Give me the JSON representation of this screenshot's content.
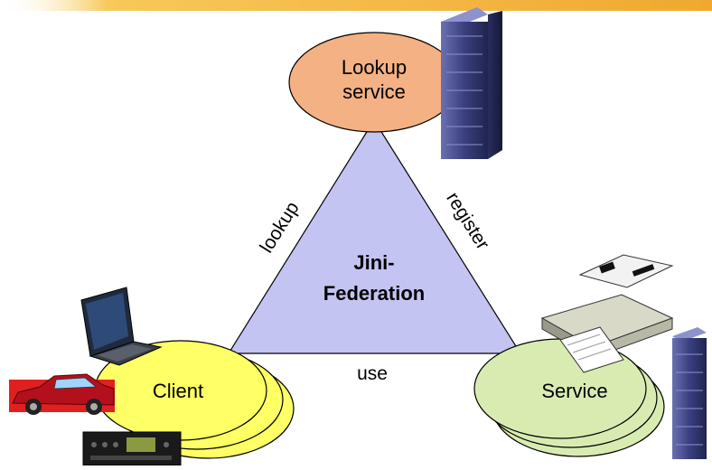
{
  "nodes": {
    "lookup_service": {
      "line1": "Lookup",
      "line2": "service"
    },
    "client": {
      "label": "Client"
    },
    "service": {
      "label": "Service"
    }
  },
  "center": {
    "line1": "Jini-",
    "line2": "Federation"
  },
  "edges": {
    "lookup": "lookup",
    "register": "register",
    "use": "use"
  },
  "colors": {
    "banner": "#f2b33d",
    "lookup_ellipse": "#f4b183",
    "triangle": "#c4c4f2",
    "client_ellipse": "#ffff66",
    "service_ellipse": "#d8ecb2",
    "server": "#3a3f80",
    "car": "#c8102e"
  },
  "icons": [
    "server-icon",
    "laptop-icon",
    "car-icon",
    "radio-icon",
    "printer-icon"
  ]
}
